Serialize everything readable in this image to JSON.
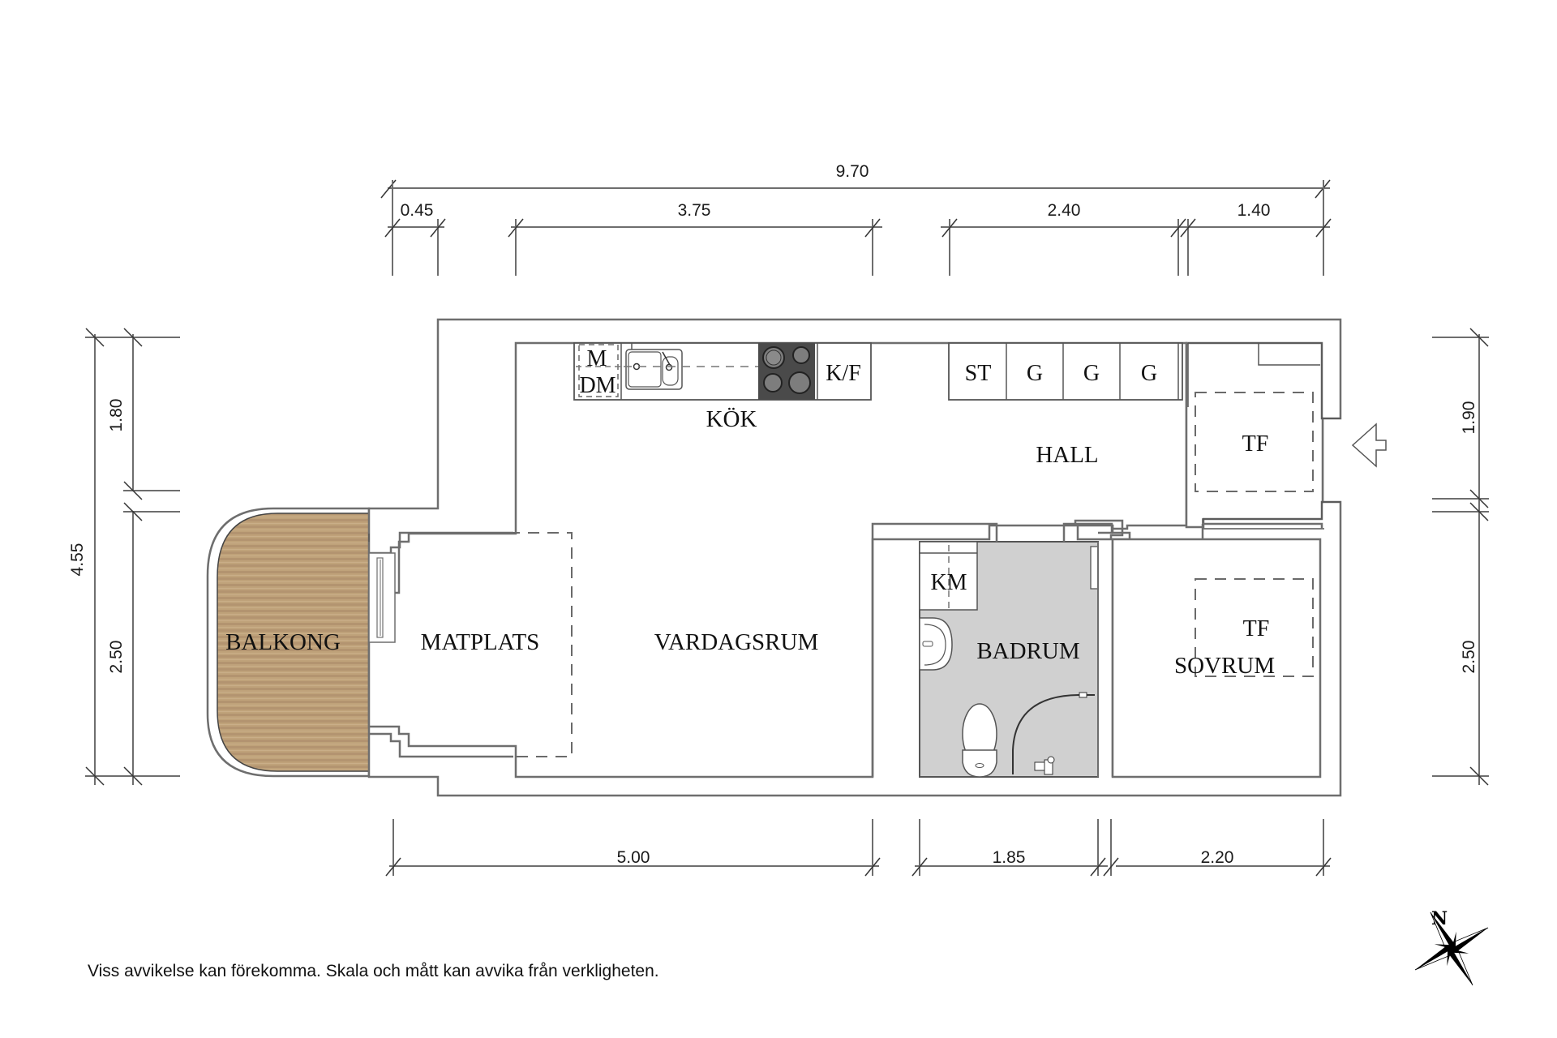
{
  "plan": {
    "rooms": {
      "kitchen": "KÖK",
      "hall": "HALL",
      "balcony": "BALKONG",
      "dining": "MATPLATS",
      "living": "VARDAGSRUM",
      "bathroom": "BADRUM",
      "bedroom": "SOVRUM"
    },
    "fixtures": {
      "microwave": "M",
      "dishwasher": "DM",
      "fridge_freezer": "K/F",
      "broom_closet": "ST",
      "wardrobe_1": "G",
      "wardrobe_2": "G",
      "wardrobe_3": "G",
      "hall_tf": "TF",
      "bedroom_tf": "TF",
      "washing_machine": "KM"
    },
    "colors": {
      "balcony_wood": "#b89a72",
      "bathroom_floor": "#d0d0d0",
      "stove_top": "#4a4a4a",
      "wall_line": "#6e6e6e"
    }
  },
  "dimensions": {
    "top_total": "9.70",
    "top_segments": [
      "0.45",
      "3.75",
      "2.40",
      "1.40"
    ],
    "bottom_segments": [
      "5.00",
      "1.85",
      "2.20"
    ],
    "left_total": "4.55",
    "left_segments": [
      "1.80",
      "2.50"
    ],
    "right_segments": [
      "1.90",
      "2.50"
    ]
  },
  "compass": {
    "north_label": "N"
  },
  "entrance": {
    "icon": "entrance-arrow-icon"
  },
  "footer": {
    "disclaimer": "Viss avvikelse kan förekomma. Skala och mått kan avvika från verkligheten."
  }
}
